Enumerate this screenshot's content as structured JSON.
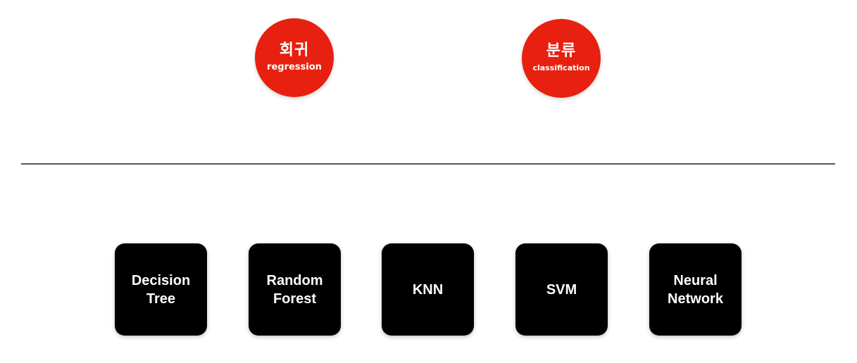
{
  "categories": [
    {
      "title": "회귀",
      "subtitle": "regression"
    },
    {
      "title": "분류",
      "subtitle": "classification"
    }
  ],
  "models": [
    {
      "label": "Decision\nTree"
    },
    {
      "label": "Random\nForest"
    },
    {
      "label": "KNN"
    },
    {
      "label": "SVM"
    },
    {
      "label": "Neural\nNetwork"
    }
  ],
  "colors": {
    "accent": "#e8200f",
    "box": "#000000",
    "divider": "#555555"
  }
}
